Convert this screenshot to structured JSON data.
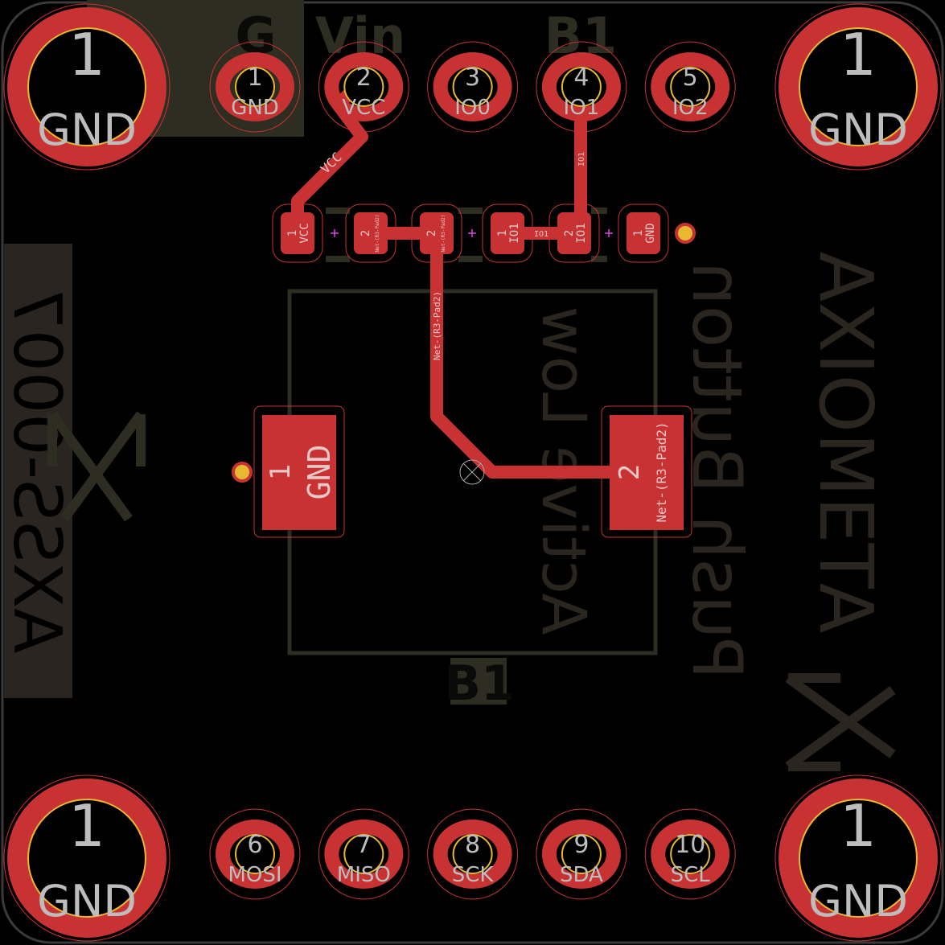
{
  "board": {
    "copper_color": "#c83232",
    "silk_color": "#2e2d22",
    "outline_color": "#3a3a3a"
  },
  "header_labels": {
    "ground": "G",
    "vin": "Vin",
    "b1": "B1"
  },
  "mount_holes": [
    {
      "num": "1",
      "net": "GND"
    },
    {
      "num": "1",
      "net": "GND"
    },
    {
      "num": "1",
      "net": "GND"
    },
    {
      "num": "1",
      "net": "GND"
    }
  ],
  "top_pins": [
    {
      "num": "1",
      "net": "GND"
    },
    {
      "num": "2",
      "net": "VCC"
    },
    {
      "num": "3",
      "net": "IO0"
    },
    {
      "num": "4",
      "net": "IO1"
    },
    {
      "num": "5",
      "net": "IO2"
    }
  ],
  "bottom_pins": [
    {
      "num": "6",
      "net": "MOSI"
    },
    {
      "num": "7",
      "net": "MISO"
    },
    {
      "num": "8",
      "net": "SCK"
    },
    {
      "num": "9",
      "net": "SDA"
    },
    {
      "num": "10",
      "net": "SCL"
    }
  ],
  "smd_pads": [
    {
      "num": "1",
      "net": "VCC"
    },
    {
      "num": "2",
      "net": "Net-(R3-Pad2)"
    },
    {
      "num": "2",
      "net": "Net-(R3-Pad2)"
    },
    {
      "num": "1",
      "net": "IO1"
    },
    {
      "num": "2",
      "net": "IO1"
    },
    {
      "num": "1",
      "net": "GND"
    }
  ],
  "traces": {
    "vcc": "VCC",
    "io1_vertical": "IO1",
    "io1_short": "IO1",
    "net_r3": "Net-(R3-Pad2)"
  },
  "button": {
    "ref": "B1",
    "pad1_num": "1",
    "pad1_net": "GND",
    "pad2_num": "2",
    "pad2_net": "Net-(R3-Pad2)"
  },
  "back_silk": {
    "part_number": "AXSS-0007",
    "title": "Push Button",
    "subtitle": "Active Low",
    "brand": "AXIOMETA"
  }
}
